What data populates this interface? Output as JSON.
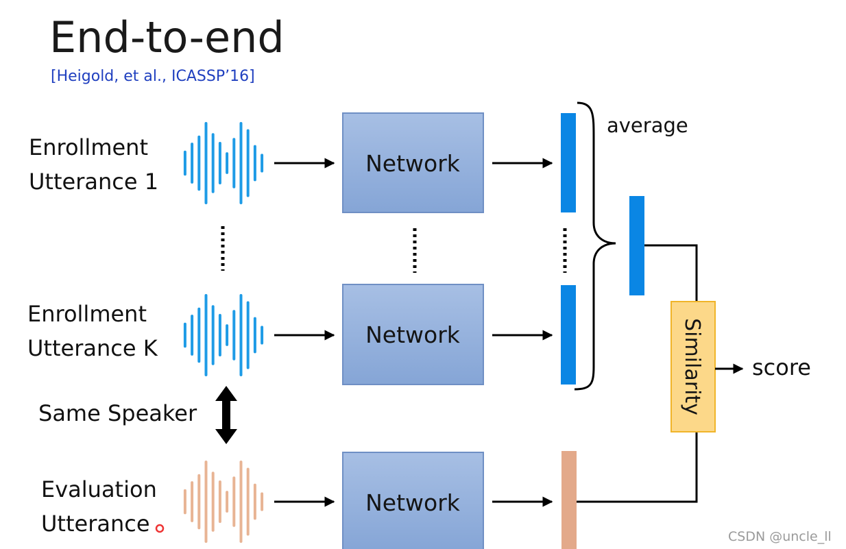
{
  "title": "End-to-end",
  "citation": "[Heigold, et al., ICASSP’16]",
  "inputs": [
    {
      "line1": "Enrollment",
      "line2": "Utterance 1"
    },
    {
      "line1": "Enrollment",
      "line2": "Utterance K"
    },
    {
      "line1": "Evaluation",
      "line2": "Utterance"
    }
  ],
  "network_label": "Network",
  "same_speaker_label": "Same Speaker",
  "average_label": "average",
  "similarity_label": "Similarity",
  "score_label": "score",
  "watermark": "CSDN @uncle_ll",
  "colors": {
    "enroll_wave": "#1e9be6",
    "eval_wave": "#e8b494",
    "network_fill": "#8fadd9",
    "network_stroke": "#6f8fc4",
    "embedding_blue": "#0a86e4",
    "embedding_eval": "#e3a98a",
    "similarity_fill": "#fcd889",
    "similarity_stroke": "#f0b429"
  }
}
